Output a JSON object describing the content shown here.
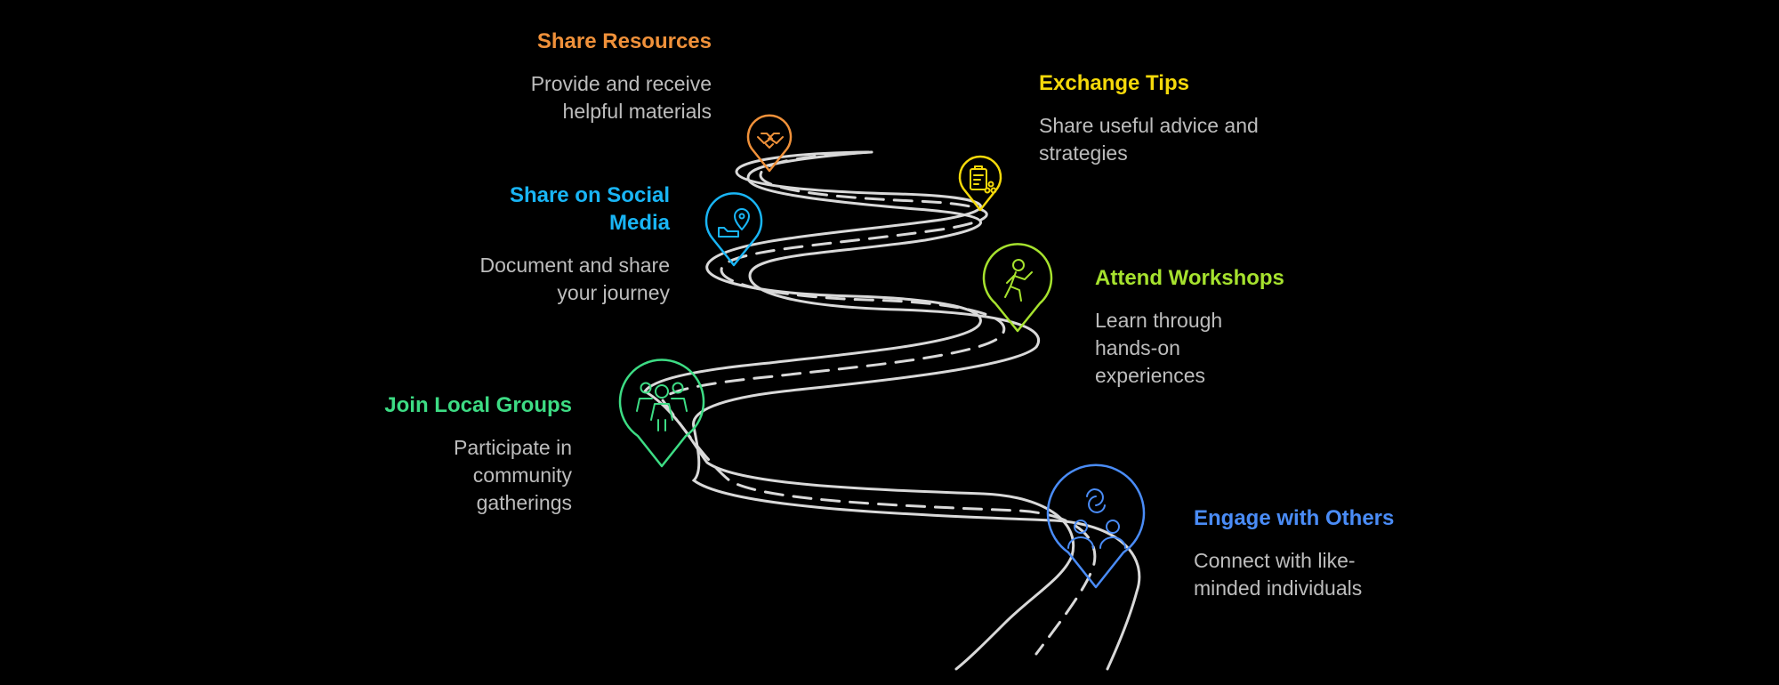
{
  "roadmap": {
    "road_color": "#d9d9d9",
    "steps": [
      {
        "id": "share-resources",
        "title": "Share Resources",
        "description": "Provide and receive helpful materials",
        "color": "#f0913a",
        "icon": "handshake-icon",
        "side": "left"
      },
      {
        "id": "exchange-tips",
        "title": "Exchange Tips",
        "description": "Share useful advice and strategies",
        "color": "#f5d90a",
        "icon": "clipboard-network-icon",
        "side": "right"
      },
      {
        "id": "share-social-media",
        "title": "Share on Social Media",
        "description": "Document and share your journey",
        "color": "#19b5f5",
        "icon": "location-share-icon",
        "side": "left"
      },
      {
        "id": "attend-workshops",
        "title": "Attend Workshops",
        "description": "Learn through hands-on experiences",
        "color": "#a6e22e",
        "icon": "presenter-icon",
        "side": "right"
      },
      {
        "id": "join-local-groups",
        "title": "Join Local Groups",
        "description": "Participate in community gatherings",
        "color": "#3ddc84",
        "icon": "group-people-icon",
        "side": "left"
      },
      {
        "id": "engage-with-others",
        "title": "Engage with Others",
        "description": "Connect with like-minded individuals",
        "color": "#4a8cf7",
        "icon": "connected-people-icon",
        "side": "right"
      }
    ]
  }
}
